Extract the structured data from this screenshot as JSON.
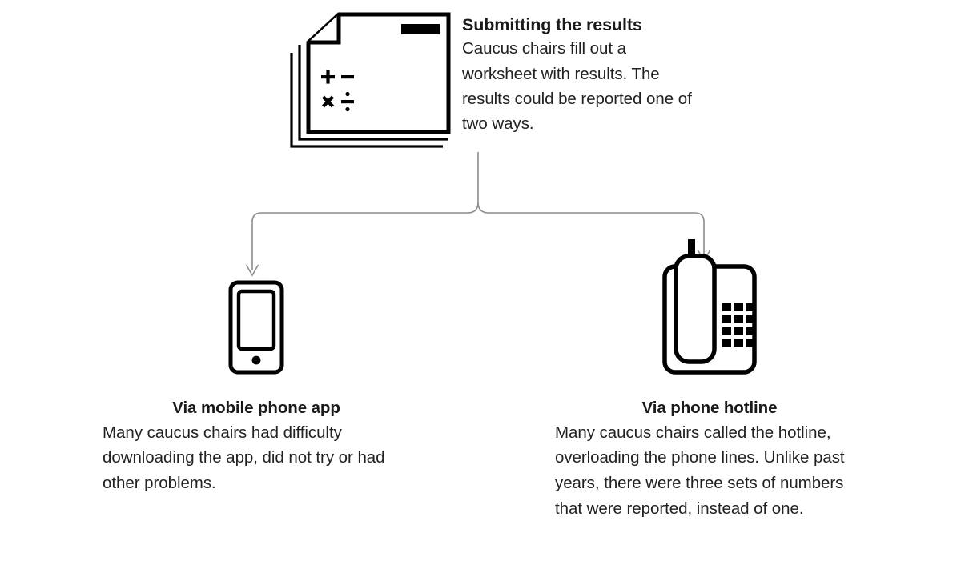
{
  "figure": {
    "background_color": "#ffffff",
    "line_color": "#8c8c8c",
    "ink_color": "#000000",
    "title_color": "#1a1a1a",
    "body_color": "#222222"
  },
  "top": {
    "icon_name": "worksheet-document-icon",
    "icon_symbols": [
      "+",
      "−",
      "×",
      "÷"
    ],
    "title": "Submitting the results",
    "body": "Caucus chairs fill out a worksheet with results. The results could be reported one of two ways."
  },
  "branches": [
    {
      "id": "mobile-app",
      "icon_name": "mobile-phone-icon",
      "caption": "Via mobile phone app",
      "body": "Many caucus chairs had difficulty downloading the app, did not try or had other problems."
    },
    {
      "id": "phone-hotline",
      "icon_name": "landline-phone-icon",
      "caption": "Via phone hotline",
      "body": "Many caucus chairs called the hotline, overloading the phone lines. Unlike past years, there were three sets of numbers that were reported, instead of one."
    }
  ],
  "connectors": {
    "arrow_name": "flow-arrow",
    "count": 2
  }
}
